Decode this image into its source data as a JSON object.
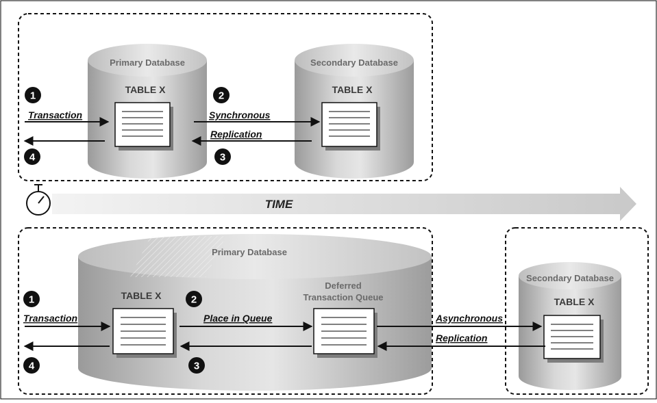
{
  "synchronous_panel": {
    "primary_db": {
      "title": "Primary Database",
      "table_label": "TABLE X"
    },
    "secondary_db": {
      "title": "Secondary Database",
      "table_label": "TABLE X"
    },
    "steps": [
      "1",
      "2",
      "3",
      "4"
    ],
    "labels": {
      "transaction": "Transaction",
      "synchronous": "Synchronous",
      "replication": "Replication"
    }
  },
  "timeline": {
    "label": "TIME"
  },
  "asynchronous_panel": {
    "primary_db": {
      "title": "Primary Database",
      "table_label": "TABLE X"
    },
    "queue_label_line1": "Deferred",
    "queue_label_line2": "Transaction Queue",
    "secondary_db": {
      "title": "Secondary Database",
      "table_label": "TABLE X"
    },
    "steps": [
      "1",
      "2",
      "3",
      "4"
    ],
    "labels": {
      "transaction": "Transaction",
      "place_in_queue": "Place in Queue",
      "asynchronous": "Asynchronous",
      "replication": "Replication"
    }
  }
}
